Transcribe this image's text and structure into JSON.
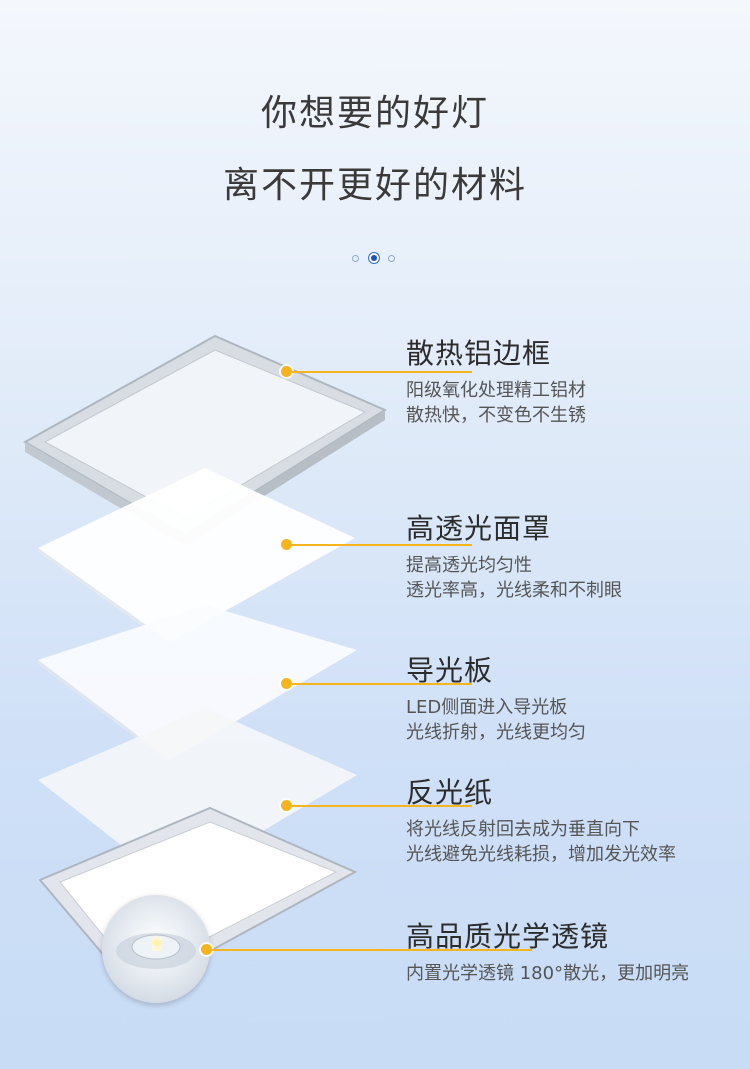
{
  "headline": {
    "line1": "你想要的好灯",
    "line2": "离不开更好的材料"
  },
  "pagination": {
    "count": 3,
    "active_index": 1
  },
  "accent_color": "#f7b51d",
  "components": [
    {
      "title": "散热铝边框",
      "desc1": "阳级氧化处理精工铝材",
      "desc2": "散热快，不变色不生锈"
    },
    {
      "title": "高透光面罩",
      "desc1": "提高透光均匀性",
      "desc2": "透光率高，光线柔和不刺眼"
    },
    {
      "title": "导光板",
      "desc1": "LED侧面进入导光板",
      "desc2": "光线折射，光线更均匀"
    },
    {
      "title": "反光纸",
      "desc1": "将光线反射回去成为垂直向下",
      "desc2": "光线避免光线耗损，增加发光效率"
    },
    {
      "title": "高品质光学透镜",
      "desc1": "内置光学透镜 180°散光，更加明亮",
      "desc2": ""
    }
  ]
}
